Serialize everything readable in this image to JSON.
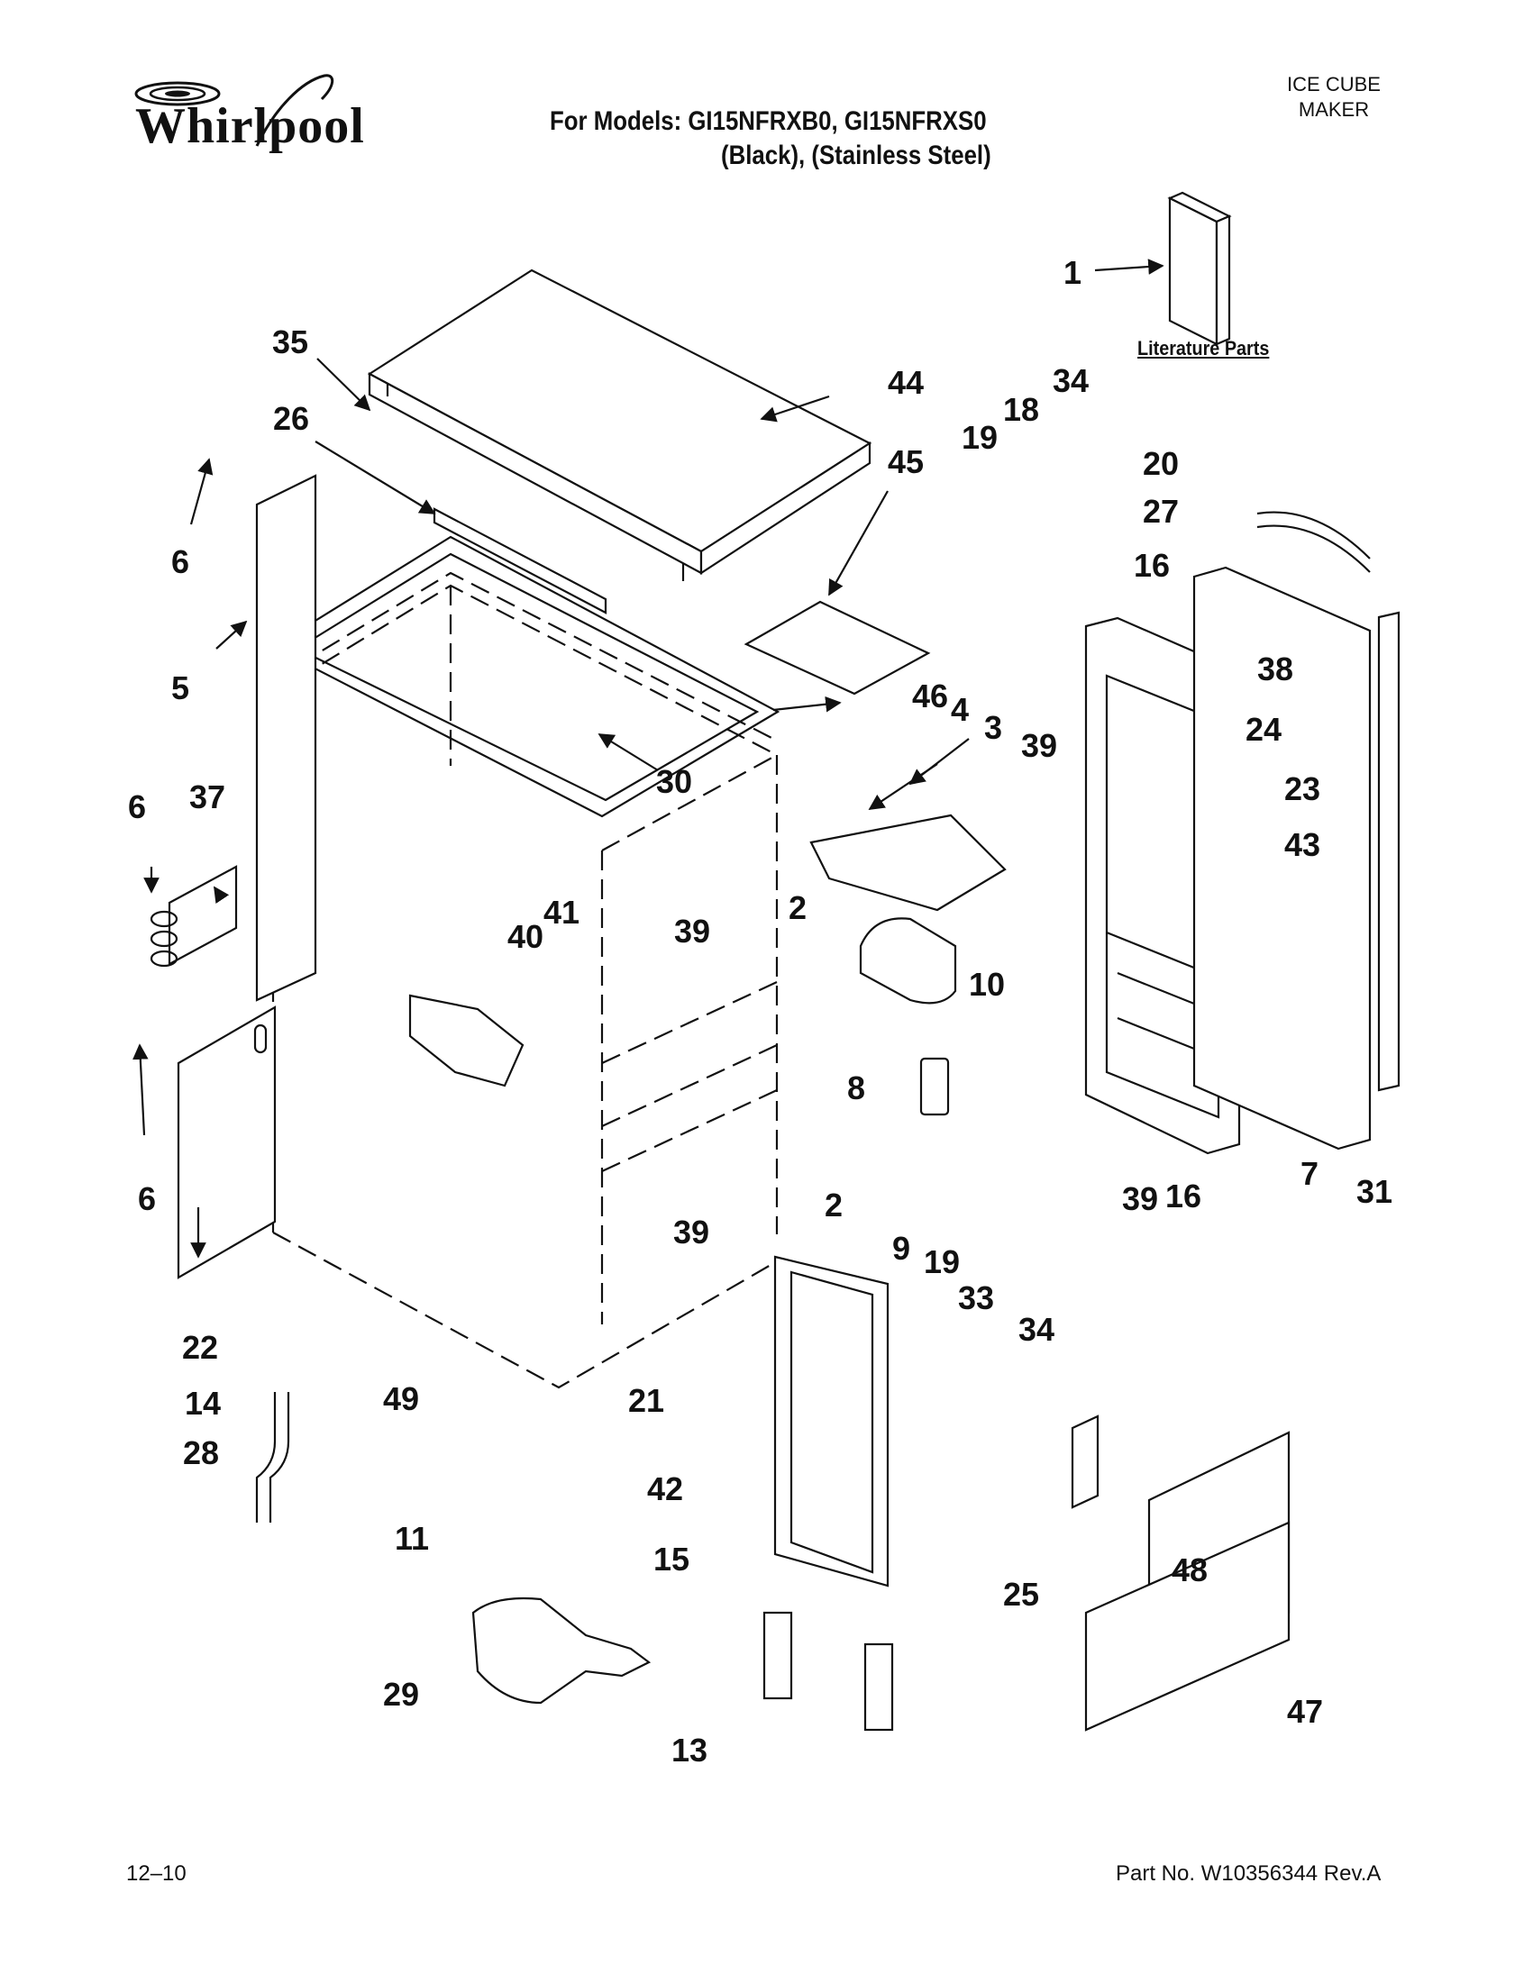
{
  "brand": {
    "logo_text": "Whirlpool"
  },
  "header": {
    "models_line": "For Models: GI15NFRXB0, GI15NFRXS0",
    "variants_line": "(Black),   (Stainless Steel)",
    "section_title_line1": "ICE CUBE",
    "section_title_line2": "MAKER"
  },
  "literature_label": "Literature Parts",
  "callouts": [
    "1",
    "2",
    "2",
    "3",
    "4",
    "5",
    "6",
    "6",
    "6",
    "7",
    "8",
    "9",
    "10",
    "11",
    "13",
    "14",
    "15",
    "16",
    "16",
    "18",
    "19",
    "19",
    "20",
    "21",
    "22",
    "23",
    "24",
    "25",
    "26",
    "27",
    "28",
    "29",
    "30",
    "31",
    "33",
    "34",
    "34",
    "35",
    "37",
    "38",
    "39",
    "39",
    "39",
    "39",
    "40",
    "41",
    "42",
    "43",
    "44",
    "45",
    "46",
    "47",
    "48",
    "49"
  ],
  "footer": {
    "date_code": "12–10",
    "part_number": "Part No. W10356344 Rev.A"
  }
}
